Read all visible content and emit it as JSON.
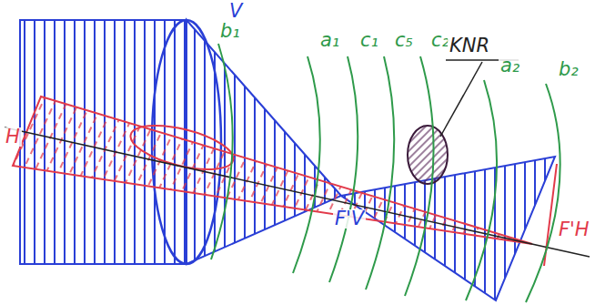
{
  "diagram": {
    "labels": [
      "V",
      "H",
      "b₁",
      "a₁",
      "c₁",
      "c₅",
      "c₂",
      "KNR",
      "a₂",
      "b₂",
      "F'V",
      "F'H"
    ]
  }
}
